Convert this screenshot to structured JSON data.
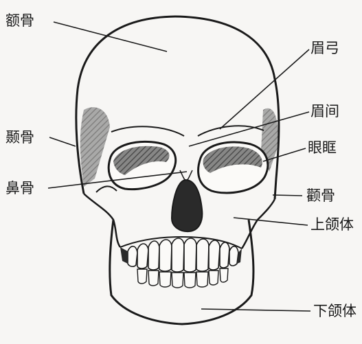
{
  "labels": {
    "frontal": "额骨",
    "brow_ridge": "眉弓",
    "glabella": "眉间",
    "temporal": "颞骨",
    "orbit": "眼眶",
    "nasal": "鼻骨",
    "zygomatic": "颧骨",
    "maxilla": "上颌体",
    "mandible": "下颌体"
  },
  "colors": {
    "ink": "#1a1a1a",
    "paper": "#f7f6f4",
    "shade": "#3a3a3a"
  }
}
